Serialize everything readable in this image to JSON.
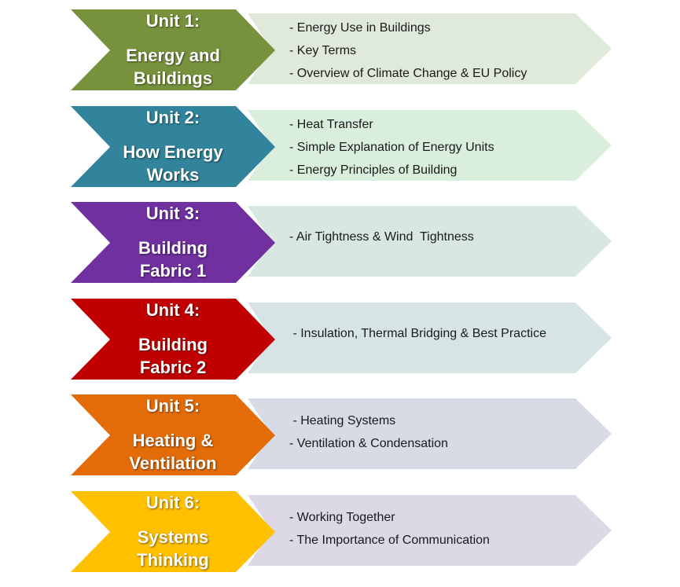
{
  "units": [
    {
      "number": "Unit 1:",
      "title_line1": "Energy and",
      "title_line2": "Buildings",
      "chevron_color": "#76923c",
      "panel_color": "#dfeadb",
      "topics": [
        "- Energy Use in Buildings",
        "- Key Terms",
        "- Overview of Climate Change & EU Policy"
      ]
    },
    {
      "number": "Unit 2:",
      "title_line1": "How Energy",
      "title_line2": "Works",
      "chevron_color": "#31849b",
      "panel_color": "#d9eedc",
      "topics": [
        "- Heat Transfer",
        "- Simple Explanation of Energy Units",
        "- Energy Principles of Building"
      ]
    },
    {
      "number": "Unit 3:",
      "title_line1": "Building",
      "title_line2": "Fabric 1",
      "chevron_color": "#7030a0",
      "panel_color": "#d8e8e1",
      "topics": [
        "- Air Tightness & Wind  Tightness"
      ]
    },
    {
      "number": "Unit 4:",
      "title_line1": "Building",
      "title_line2": "Fabric 2",
      "chevron_color": "#c00000",
      "panel_color": "#d7e4e6",
      "topics": [
        " - Insulation, Thermal Bridging & Best Practice"
      ]
    },
    {
      "number": "Unit 5:",
      "title_line1": "Heating &",
      "title_line2": "Ventilation",
      "chevron_color": "#e36c09",
      "panel_color": "#d6dbe6",
      "topics": [
        " - Heating Systems",
        "- Ventilation & Condensation"
      ]
    },
    {
      "number": "Unit 6:",
      "title_line1": "Systems",
      "title_line2": "Thinking",
      "chevron_color": "#ffc000",
      "panel_color": "#dcd8e6",
      "topics": [
        "- Working Together",
        "- The Importance of Communication"
      ]
    }
  ]
}
